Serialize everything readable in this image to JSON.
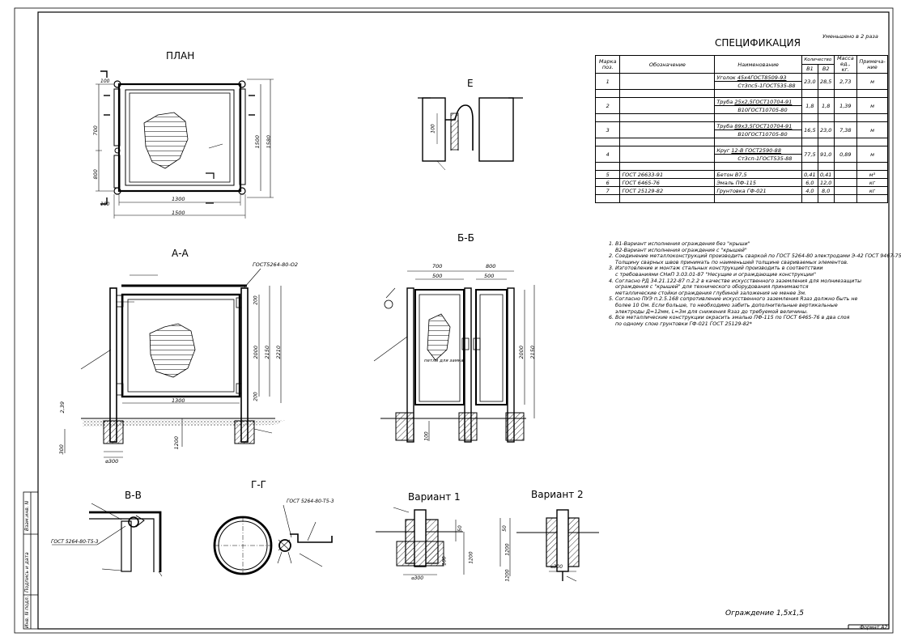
{
  "stamp": {
    "scale_note": "Уменьшено в 2 раза",
    "title": "Ограждение 1,5х1,5",
    "format": "Формат А2"
  },
  "side": {
    "inv_podl": "Инв. N подл.",
    "podp_data": "Подпись и дата",
    "vzam": "Взам.инв. N"
  },
  "views": {
    "plan": "ПЛАН",
    "aa": "А-А",
    "bb": "Б-Б",
    "vv": "В-В",
    "gg": "Г-Г",
    "e": "Е",
    "var1": "Вариант 1",
    "var2": "Вариант 2"
  },
  "labels": {
    "gost_weld": "ГОСТ5264-80-О2",
    "gost_weld2": "ГОСТ 5264-80-Т5-3",
    "gost_weld3": "ГОСТ 5264-80-Т5-3",
    "lock": "петли для замка",
    "dia300": "⌀300",
    "ground": "2,39"
  },
  "dims": {
    "plan_1300": "1300",
    "plan_1500": "1500",
    "plan_700": "700",
    "plan_800": "800",
    "plan_1500v": "1500",
    "plan_1580": "1580",
    "plan_100a": "100",
    "plan_100b": "100",
    "aa_1300": "1300",
    "aa_2000": "2000",
    "aa_2150": "2150",
    "aa_2210": "2210",
    "aa_1200": "1200",
    "aa_300": "300",
    "aa_200a": "200",
    "aa_200b": "200",
    "bb_700": "700",
    "bb_800": "800",
    "bb_500a": "500",
    "bb_500b": "500",
    "bb_2000": "2000",
    "bb_2150": "2150",
    "bb_100": "100",
    "e_100": "100",
    "v1_50": "50",
    "v1_1200": "1200",
    "v1_100": "100",
    "v2_50": "50",
    "v2_1200a": "1200",
    "v2_1200b": "1200",
    "v2_300": "⌀300",
    "v1_300": "⌀300"
  },
  "spec": {
    "title": "СПЕЦИФИКАЦИЯ",
    "headers": {
      "mark": "Марка поз.",
      "designation": "Обозначение",
      "name": "Наименование",
      "qty": "Количество",
      "v1": "В1",
      "v2": "В2",
      "mass": "Масса ед., кг.",
      "note": "Примеча-ние"
    },
    "rows": [
      {
        "mark": "1",
        "designation": "",
        "name": "Уголок",
        "spec_a": "45х4ГОСТ8509-93",
        "spec_b": "Ст3пс5-1ГОСТ535-88",
        "v1": "23,0",
        "v2": "28,5",
        "mass": "2,73",
        "note": "м"
      },
      {
        "mark": "2",
        "designation": "",
        "name": "Труба",
        "spec_a": "25х2,5ГОСТ10704-91",
        "spec_b": "В10ГОСТ10705-80",
        "v1": "1,8",
        "v2": "1,8",
        "mass": "1,39",
        "note": "м"
      },
      {
        "mark": "3",
        "designation": "",
        "name": "Труба",
        "spec_a": "89х3,5ГОСТ10704-91",
        "spec_b": "В10ГОСТ10705-80",
        "v1": "16,5",
        "v2": "23,0",
        "mass": "7,38",
        "note": "м"
      },
      {
        "mark": "4",
        "designation": "",
        "name": "Круг",
        "spec_a": "12-В ГОСТ2590-88",
        "spec_b": "Ст3сп-1ГОСТ535-88",
        "v1": "77,5",
        "v2": "91,0",
        "mass": "0,89",
        "note": "м"
      },
      {
        "mark": "5",
        "designation": "ГОСТ 26633-91",
        "name": "Бетон В7,5",
        "v1": "0,41",
        "v2": "0,41",
        "mass": "",
        "note": "м³"
      },
      {
        "mark": "6",
        "designation": "ГОСТ 6465-76",
        "name": "Эмаль ПФ-115",
        "v1": "6,0",
        "v2": "12,0",
        "mass": "",
        "note": "кг"
      },
      {
        "mark": "7",
        "designation": "ГОСТ 25129-82",
        "name": "Грунтовка ГФ-021",
        "v1": "4,0",
        "v2": "8,0",
        "mass": "",
        "note": "кг"
      }
    ]
  },
  "notes": [
    "1. В1-Вариант исполнения ограждения без \"крыши\"",
    "В2-Вариант исполнения ограждения с \"крышей\"",
    "2. Соединение металлоконструкций производить сваркой по ГОСТ 5264-80 электродами Э-42 ГОСТ 9467-75.",
    "Толщину сварных швов принимать по наименьшей толщине свариваемых элементов.",
    "3. Изготовление и монтаж стальных конструкций производить в соответствии",
    "с требованиями СНиП 3.03.01-87 \"Несущие и ограждающие конструкции\"",
    "4. Согласно РД 34.21.122-87 п.2.2 в качестве искусственного заземления для молниезащиты",
    "ограждения с \"крышей\" для технического оборудования принимаются",
    "металлические стойки ограждения глубиной заложения не менее 3м.",
    "5. Согласно ПУЭ п.2.5.168 сопротивление искусственного заземления Rзаз должно быть не",
    "более 10 Ом. Если больше, то необходимо забить дополнительные вертикальные",
    "электроды Д=12мм, L=3м для снижения Rзаз до требуемой величины.",
    "6. Все металлические конструкции окрасить эмалью ПФ-115 по ГОСТ 6465-76 в два слоя",
    "по одному слою грунтовки ГФ-021 ГОСТ 25129-82*"
  ],
  "colors": {
    "ink": "#000000",
    "paper": "#ffffff"
  }
}
